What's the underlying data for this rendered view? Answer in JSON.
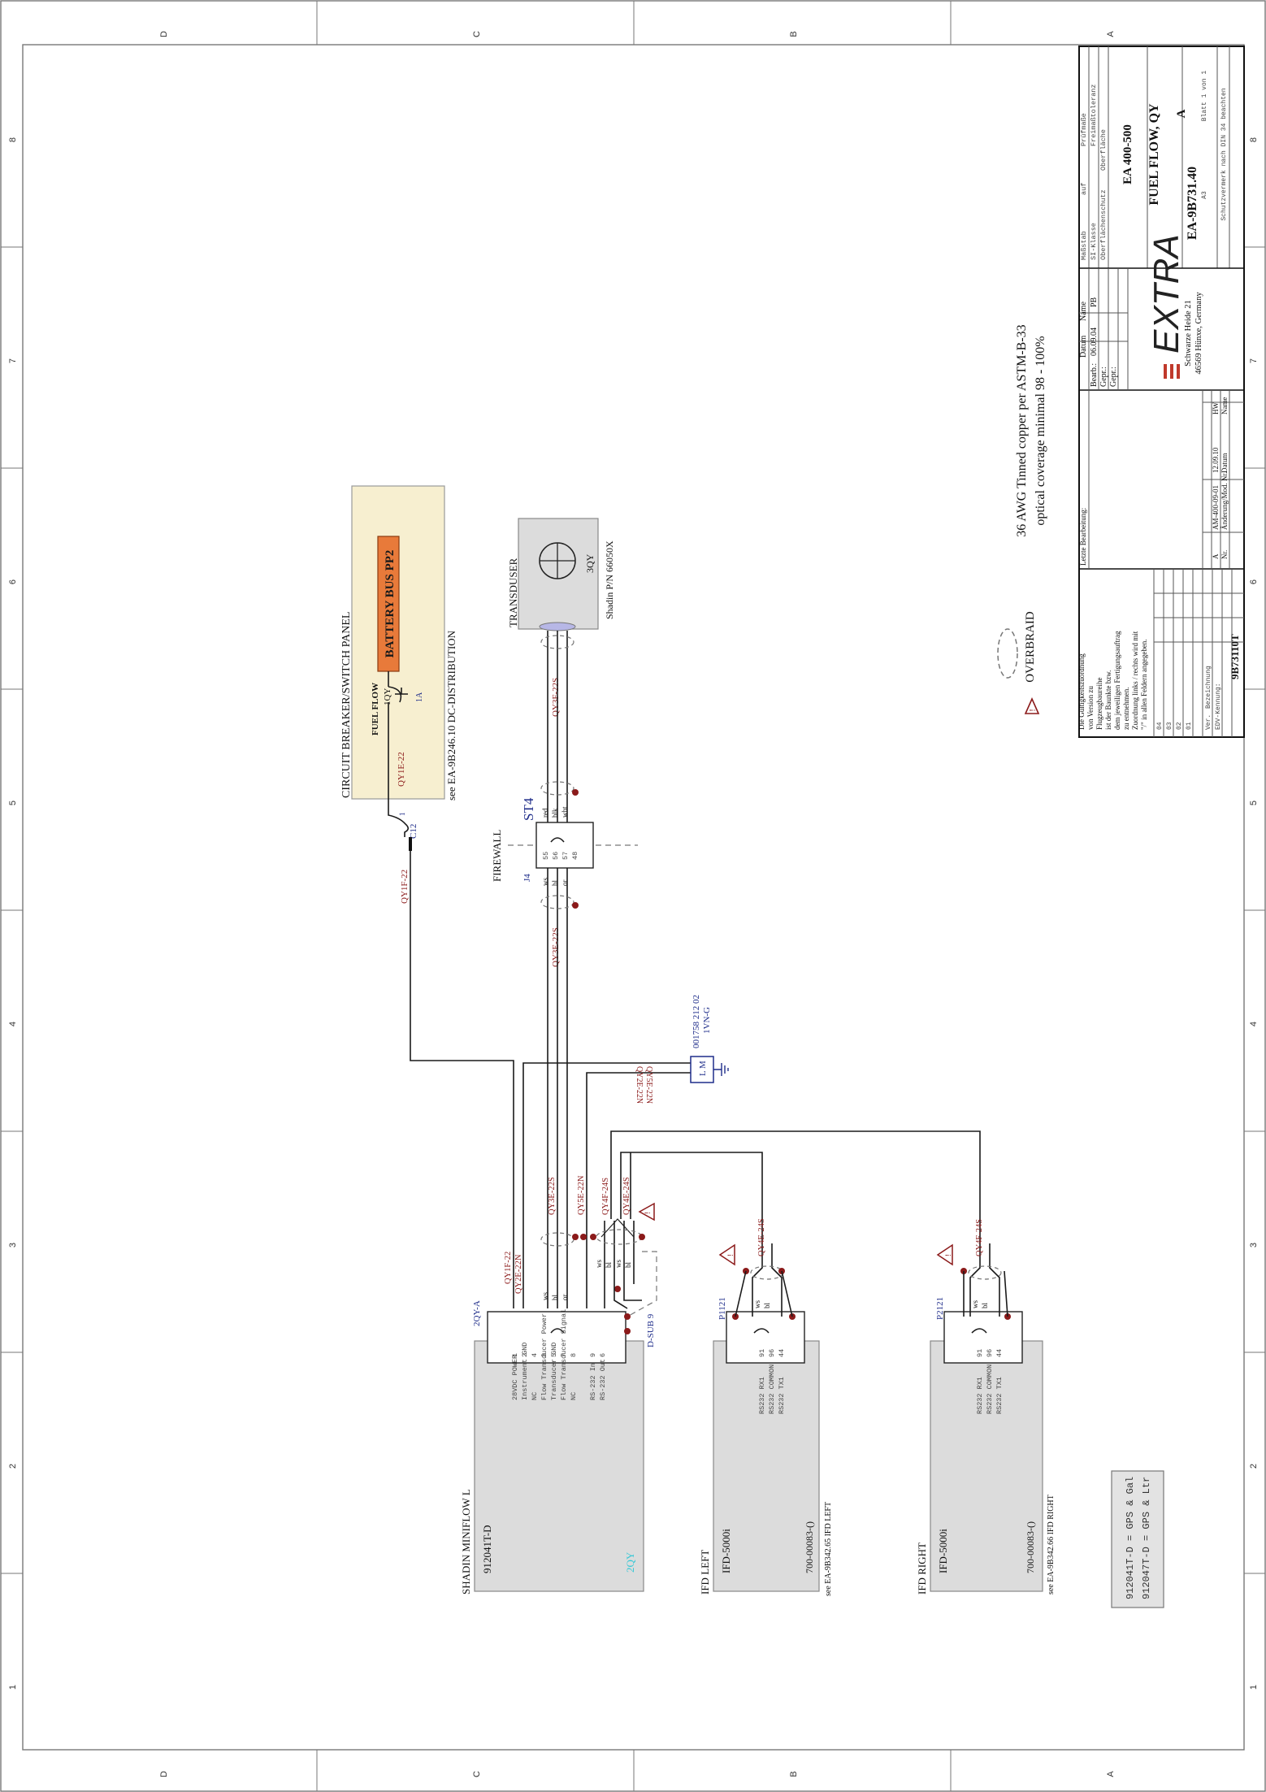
{
  "border": {
    "cols": [
      "8",
      "7",
      "6",
      "5",
      "4",
      "3",
      "2",
      "1"
    ],
    "rows": [
      "D",
      "C",
      "B",
      "A"
    ]
  },
  "title_block": {
    "massstab_label": "Maßstab",
    "auf_label": "auf",
    "pruefmasse_label": "Prüfmaße",
    "si_klasse_label": "SI-Klasse",
    "freimass_label": "Freimaßtoleranz",
    "oberflaechenschutz_label": "Oberflächenschutz",
    "oberflaeche_label": "Oberfläche",
    "project": "EA 400-500",
    "title": "FUEL FLOW, QY",
    "drawing_no": "EA-9B731.40",
    "revision": "A",
    "format": "A3",
    "sheet": "Blatt 1  von 1",
    "protection_note": "Schutzvermerk nach DIN 34 beachten",
    "datum_label": "Datum",
    "name_label": "Name",
    "bearb_label": "Bearb.:",
    "bearb_date": "06.09.04",
    "bearb_name": "PB",
    "gepr1_label": "Gepr.:",
    "gepr2_label": "Gepr.:",
    "company_logo": "EXTRA",
    "address1": "Schwarze Heide 21",
    "address2": "46569 Hünxe, Germany",
    "change_no": "A",
    "change_ref": "AM-400-09-01",
    "change_date": "12.09.10",
    "change_name": "HW",
    "nr_label": "Nr.",
    "aenderung_label": "Änderung/Mod. Nr.",
    "datum2_label": "Datum",
    "name2_label": "Name",
    "letzte_label": "Letzte Bearbeitung:",
    "validity_lines": [
      "Die Gültigkeitszuordnung",
      "von Version zu",
      "Flugzeugbaureihe",
      "ist der Baunkte bzw.",
      "dem jeweiligen Fertigungsauftrag",
      "zu entnehmen.",
      "Zuordnung links / rechts wird mit",
      "\"/\" in allen Feldern angegeben."
    ],
    "version_rows": [
      "04",
      "03",
      "02",
      "01"
    ],
    "ver_label": "Ver.",
    "bezeichnung_label": "Bezeichnung",
    "edv_label": "EDV-Kennung:",
    "edv_value": "9B73110T"
  },
  "notes": {
    "overbraid_label": "OVERBRAID",
    "braid_note_1": "36 AWG Tinned copper per ASTM-B-33",
    "braid_note_2": "optical coverage minimal 98 - 100%",
    "legend_1": "912041T-D = GPS & Gal",
    "legend_2": "912047T-D = GPS & Ltr"
  },
  "breaker_panel": {
    "title": "CIRCUIT BREAKER/SWITCH PANEL",
    "bus": "BATTERY BUS PP2",
    "breaker_name": "FUEL FLOW",
    "breaker_id": "1QY",
    "rating": "1A",
    "wire": "QY1E-22",
    "ref": "see EA-9B246.10 DC-DISTRIBUTION",
    "conn": "C12",
    "pin": "1",
    "ext_wire": "QY1F-22"
  },
  "transducer": {
    "title": "TRANSDUSER",
    "id": "3QY",
    "pn": "Shadin P/N 66050X",
    "wire": "QY3F-22S"
  },
  "firewall": {
    "title": "FIREWALL",
    "plug": "ST4",
    "jack": "J4",
    "pins": [
      "55",
      "56",
      "57",
      "48"
    ],
    "left_colors": [
      "ws",
      "bl",
      "or"
    ],
    "right_colors": [
      "red",
      "blk",
      "wht"
    ],
    "wire": "QY3E-22S"
  },
  "ground": {
    "wire1": "QY2E-22N",
    "wire2": "QY5E-22N",
    "label": "L M",
    "pn": "001758 212 02",
    "type": "1VN-G"
  },
  "shadin": {
    "title": "SHADIN MINIFLOW L",
    "pn": "912041T-D",
    "id": "2QY",
    "conn": "2QY-A",
    "dsub": "D-SUB 9",
    "pins": [
      {
        "name": "28VDC POWER",
        "pin": "1"
      },
      {
        "name": "Instrument GND",
        "pin": "2"
      },
      {
        "name": "NC",
        "pin": "4"
      },
      {
        "name": "Flow Transducer Power",
        "pin": "3"
      },
      {
        "name": "Transducer GND",
        "pin": "5"
      },
      {
        "name": "Flow Transducer Signal",
        "pin": "7"
      },
      {
        "name": "NC",
        "pin": "8"
      },
      {
        "name": "RS-232 In",
        "pin": "9"
      },
      {
        "name": "RS-232 Out",
        "pin": "6"
      }
    ],
    "wires": [
      "QY1F-22",
      "QY2E-22N",
      "QY3E-22S",
      "QY5E-22N",
      "QY4F-24S",
      "QY4E-24S"
    ],
    "colors": [
      "ws",
      "bl",
      "or"
    ],
    "shield_colors": [
      "ws",
      "bl",
      "ws",
      "bl"
    ]
  },
  "ifd_left": {
    "title": "IFD LEFT",
    "model": "IFD-5000i",
    "pn": "700-00083-()",
    "ref": "see EA-9B342.65 IFD LEFT",
    "conn": "P1121",
    "pins": [
      {
        "name": "RS232 RX1",
        "pin": "91"
      },
      {
        "name": "RS232 COMMON",
        "pin": "96"
      },
      {
        "name": "RS232 TX1",
        "pin": "44"
      }
    ],
    "wire": "QY4E-24S",
    "colors": [
      "ws",
      "bl"
    ]
  },
  "ifd_right": {
    "title": "IFD RIGHT",
    "model": "IFD-5000i",
    "pn": "700-00083-()",
    "ref": "see EA-9B342.66 IFD RIGHT",
    "conn": "P2121",
    "pins": [
      {
        "name": "RS232 RX1",
        "pin": "91"
      },
      {
        "name": "RS232 COMMON",
        "pin": "96"
      },
      {
        "name": "RS232 TX1",
        "pin": "44"
      }
    ],
    "wire": "QY4F-24S",
    "colors": [
      "ws",
      "bl"
    ]
  },
  "colors": {
    "wire_label": "#8b1a1a",
    "connector_label": "#1f2d8a",
    "panel_fill": "#f7efd0",
    "bus_fill": "#e87a3a",
    "box_fill": "#dcdcdc",
    "id_cyan": "#36c8d6"
  }
}
